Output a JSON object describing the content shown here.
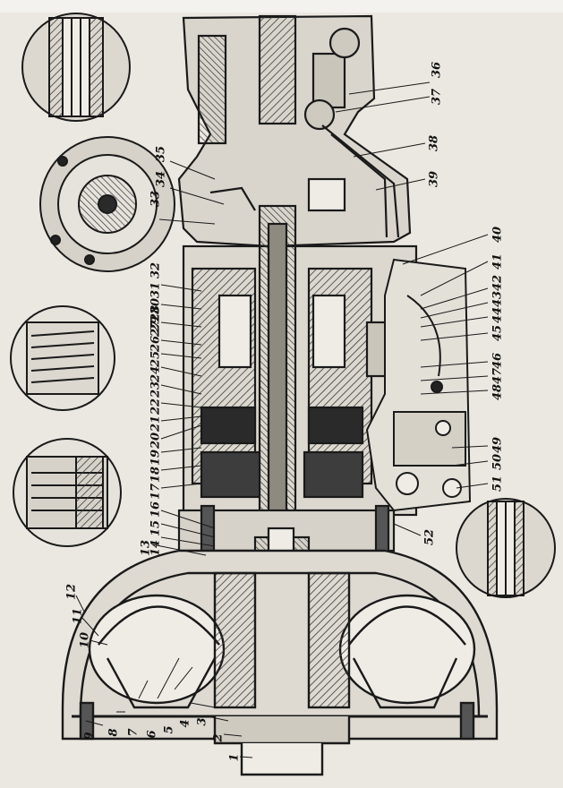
{
  "figure": {
    "callouts": [
      "1",
      "2",
      "3",
      "4",
      "5",
      "6",
      "7",
      "8",
      "9",
      "10",
      "11",
      "12",
      "13",
      "14",
      "15",
      "16",
      "17",
      "18",
      "19",
      "20",
      "21",
      "22",
      "23",
      "24",
      "25",
      "26",
      "27",
      "28",
      "29",
      "30",
      "31",
      "32",
      "33",
      "34",
      "35",
      "36",
      "37",
      "38",
      "39",
      "40",
      "41",
      "42",
      "43",
      "44",
      "45",
      "46",
      "47",
      "48",
      "49",
      "50",
      "51",
      "52"
    ],
    "colors": {
      "ink": "#1a1a1a",
      "paper": "#ebe8e1",
      "hatch": "#3a3a3a"
    },
    "detail_insets": [
      "top-left-inset",
      "upper-left-inset",
      "middle-left-inset",
      "lower-left-inset",
      "lower-right-inset"
    ]
  }
}
